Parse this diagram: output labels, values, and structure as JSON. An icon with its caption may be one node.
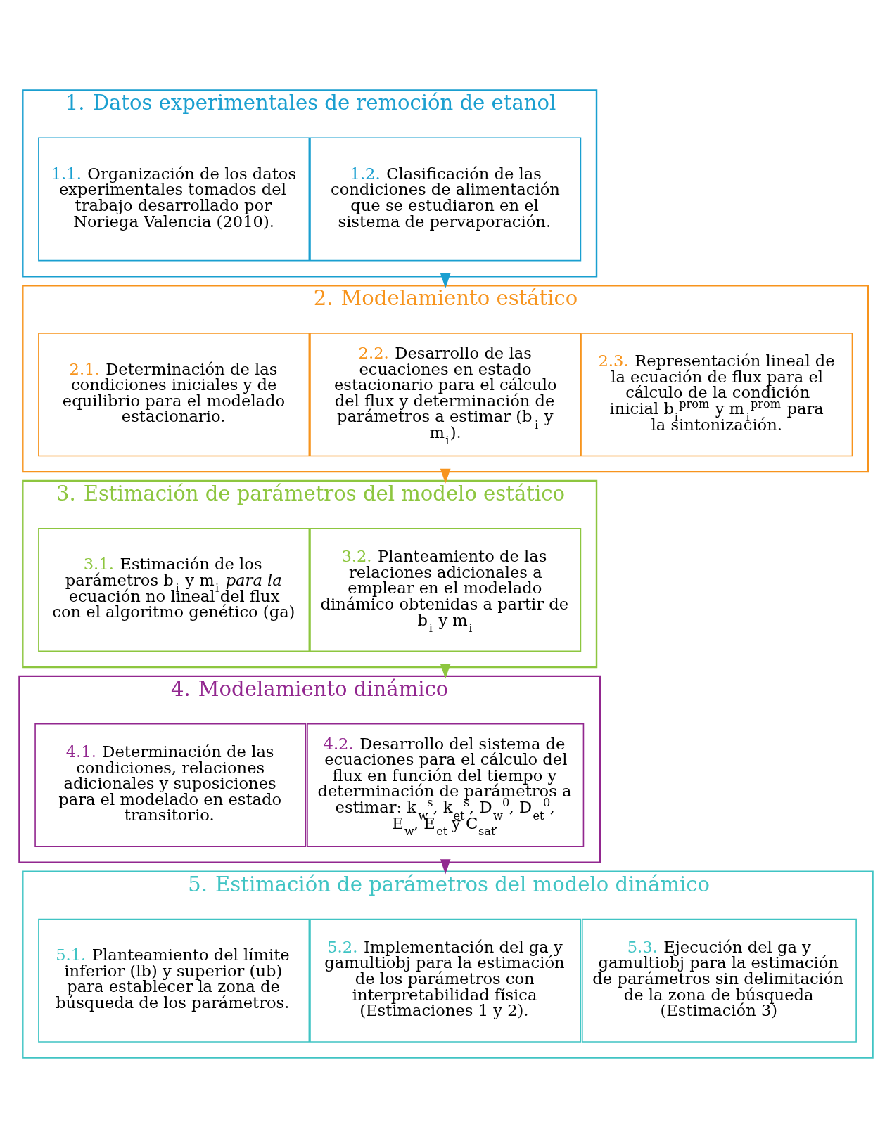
{
  "diagram": {
    "nodes": [
      {
        "text": [
          "1. Datos experimentales de remoción de etanol"
        ]
      },
      {
        "text": [
          "1.1. Organización de los datos experimentales tomados del trabajo desarrollado por Noriega Valencia (2010)."
        ],
        "in": 0
      },
      {
        "text": [
          "1.2. Clasificación de las condiciones de alimentación que se estudiaron en el sistema de pervaporación."
        ],
        "in": 0
      },
      {
        "text": [
          "2. Modelamiento estático"
        ]
      },
      {
        "text": [
          "2.1. Determinación de las condiciones iniciales y de equilibrio para el modelado estacionario."
        ],
        "in": 3
      },
      {
        "text": [
          "2.2. Desarrollo de las ecuaciones en estado estacionario para el cálculo del flux y determinación de parámetros a estimar (b$_{i}$ y m$_{i}$)."
        ],
        "in": 3
      },
      {
        "text": [
          "2.3. Representación lineal de la ecuación de flux para el cálculo de la condición inicial b$_{i}$$^{prom}$ y m$_{i}$$^{prom}$ para la sintonización."
        ],
        "in": 3
      },
      {
        "text": [
          "3. Estimación de parámetros del modelo estático"
        ]
      },
      {
        "text": [
          "3.1. Estimación de los parámetros b$_{i}$ y m$_{i}$ *para la* ecuación no lineal del flux con el algoritmo genético (ga)"
        ],
        "in": 7
      },
      {
        "text": [
          "3.2. Planteamiento de las relaciones adicionales a emplear en el modelado dinámico obtenidas a partir de b$_{i}$ y m$_{i}$"
        ],
        "in": 7
      },
      {
        "text": [
          "4. Modelamiento dinámico"
        ]
      },
      {
        "text": [
          "4.1. Determinación de las condiciones, relaciones adicionales y suposiciones para el modelado en estado transitorio."
        ],
        "in": 10
      },
      {
        "text": [
          "4.2. Desarrollo del sistema de ecuaciones para el cálculo del flux en función del tiempo y determinación de parámetros a estimar: k$_{w}$$^{s}$, k$_{et}$$^{s}$, D$_{w}$$^{0}$, D$_{et}$$^{0}$, E$_{w}$, E$_{et}$ y C$_{sat}$."
        ],
        "in": 10
      },
      {
        "text": [
          "5. Estimación de parámetros del modelo dinámico"
        ]
      },
      {
        "text": [
          "5.1. Planteamiento del límite inferior (lb) y superior (ub) para establecer la zona de búsqueda de los parámetros."
        ],
        "in": 13
      },
      {
        "text": [
          "5.2. Implementación del ga y gamultiobj para la estimación de los parámetros con interpretabilidad física (Estimaciones 1 y 2)."
        ],
        "in": 13
      },
      {
        "text": [
          "5.3. Ejecución del ga y gamultiobj para la estimación de parámetros sin delimitación de la zona de búsqueda (Estimación 3)"
        ],
        "in": 13
      }
    ],
    "edges": [
      {
        "from": 0,
        "to": 3,
        "arrow": "to",
        "color": "#1a9fd0"
      },
      {
        "from": 3,
        "to": 7,
        "arrow": "to",
        "color": "#f7941d"
      },
      {
        "from": 7,
        "to": 10,
        "arrow": "to",
        "color": "#8dc63f"
      },
      {
        "from": 10,
        "to": 13,
        "arrow": "to",
        "color": "#92278f"
      }
    ]
  }
}
